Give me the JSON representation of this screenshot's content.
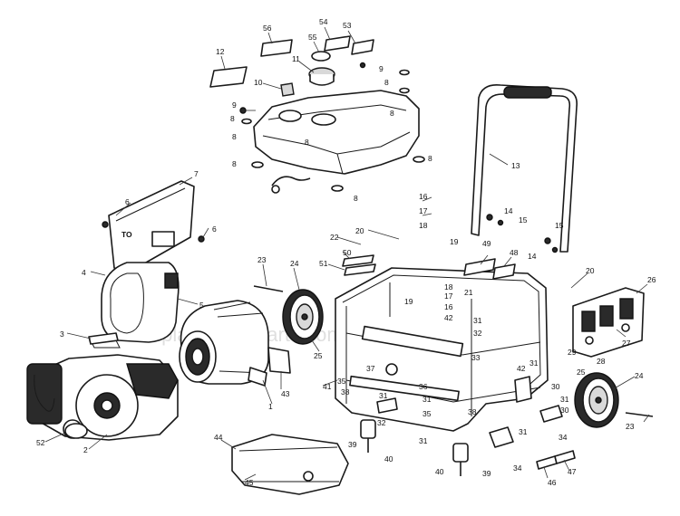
{
  "diagram": {
    "title": "Generator exploded parts diagram",
    "watermark": "ReplacementParts.com",
    "label_on_cover": "TO",
    "callouts": {
      "c1": "1",
      "c2": "2",
      "c3": "3",
      "c4": "4",
      "c5": "5",
      "c6a": "6",
      "c6b": "6",
      "c7": "7",
      "c8a": "8",
      "c8b": "8",
      "c8c": "8",
      "c8d": "8",
      "c8e": "8",
      "c8f": "8",
      "c8g": "8",
      "c8h": "8",
      "c9a": "9",
      "c9b": "9",
      "c10": "10",
      "c11": "11",
      "c12": "12",
      "c13": "13",
      "c14a": "14",
      "c14b": "14",
      "c15a": "15",
      "c15b": "15",
      "c16a": "16",
      "c16b": "16",
      "c17a": "17",
      "c17b": "17",
      "c18a": "18",
      "c18b": "18",
      "c19a": "19",
      "c19b": "19",
      "c20a": "20",
      "c20b": "20",
      "c21": "21",
      "c22": "22",
      "c23a": "23",
      "c23b": "23",
      "c24a": "24",
      "c24b": "24",
      "c25a": "25",
      "c25b": "25",
      "c26": "26",
      "c27": "27",
      "c28": "28",
      "c29": "29",
      "c30a": "30",
      "c30b": "30",
      "c31a": "31",
      "c31b": "31",
      "c31c": "31",
      "c31d": "31",
      "c31e": "31",
      "c31f": "31",
      "c31g": "31",
      "c32a": "32",
      "c32b": "32",
      "c33": "33",
      "c34a": "34",
      "c34b": "34",
      "c35a": "35",
      "c35b": "35",
      "c36": "36",
      "c37": "37",
      "c38a": "38",
      "c38b": "38",
      "c39a": "39",
      "c39b": "39",
      "c40a": "40",
      "c40b": "40",
      "c41": "41",
      "c42a": "42",
      "c42b": "42",
      "c43": "43",
      "c44": "44",
      "c45": "45",
      "c46": "46",
      "c47": "47",
      "c48": "48",
      "c49": "49",
      "c50": "50",
      "c51": "51",
      "c52": "52",
      "c53": "53",
      "c54": "54",
      "c55": "55",
      "c56": "56"
    }
  }
}
